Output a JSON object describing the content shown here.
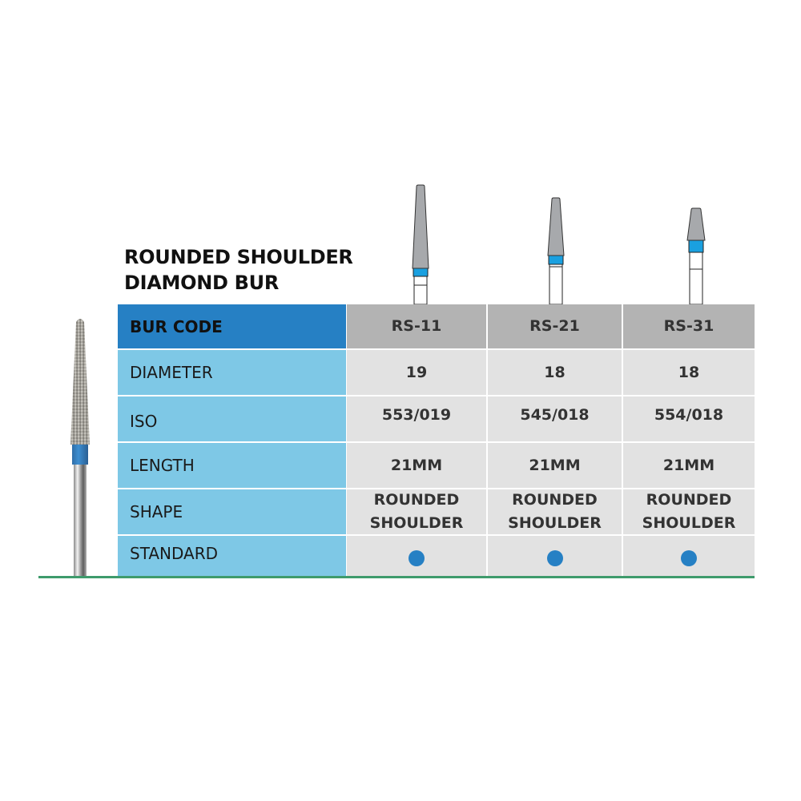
{
  "title": {
    "line1": "ROUNDED SHOULDER",
    "line2": "DIAMOND BUR"
  },
  "table": {
    "header": {
      "label": "BUR CODE",
      "codes": [
        "RS-11",
        "RS-21",
        "RS-31"
      ]
    },
    "rows": [
      {
        "label": "DIAMETER",
        "values": [
          "19",
          "18",
          "18"
        ]
      },
      {
        "label": "ISO",
        "values": [
          "553/019",
          "545/018",
          "554/018"
        ]
      },
      {
        "label": "LENGTH",
        "values": [
          "21MM",
          "21MM",
          "21MM"
        ]
      },
      {
        "label": "SHAPE",
        "values": [
          {
            "line1": "ROUNDED",
            "line2": "SHOULDER"
          },
          {
            "line1": "ROUNDED",
            "line2": "SHOULDER"
          },
          {
            "line1": "ROUNDED",
            "line2": "SHOULDER"
          }
        ]
      },
      {
        "label": "STANDARD",
        "values": [
          "dot-icon",
          "dot-icon",
          "dot-icon"
        ]
      }
    ]
  },
  "colors": {
    "header_label_bg": "#2680c4",
    "label_bg": "#7ec8e6",
    "header_value_bg": "#b3b3b3",
    "value_bg": "#e2e2e2",
    "dot": "#2680c4",
    "bur_band": "#1aa0e0",
    "bottom_rule": "#3e9b6c"
  },
  "icons": {
    "bur_photo": "diamond-bur-photo-icon",
    "bur_drawings": [
      "bur-rs11-drawing-icon",
      "bur-rs21-drawing-icon",
      "bur-rs31-drawing-icon"
    ],
    "standard_marker": "dot-icon"
  }
}
